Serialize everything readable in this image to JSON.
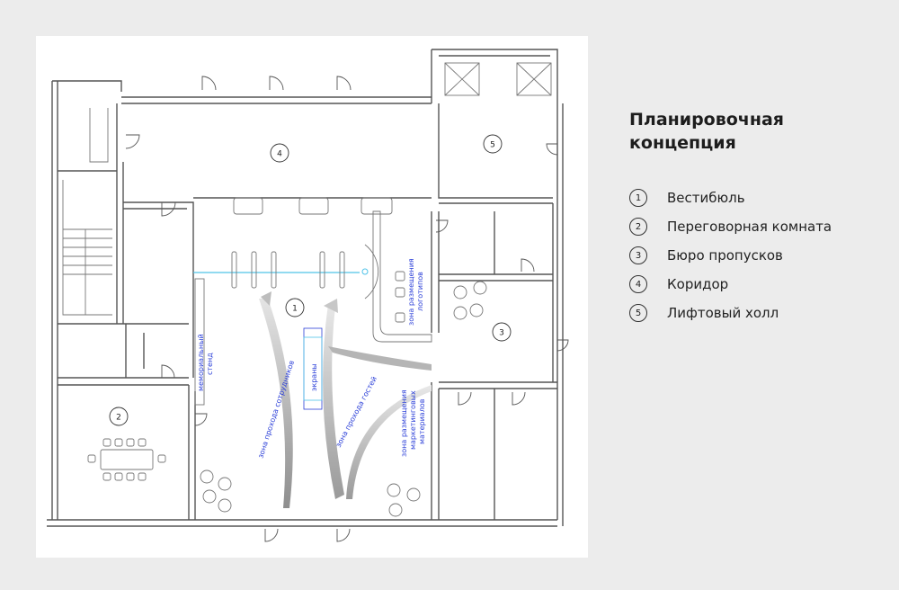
{
  "title_lines": [
    "Планировочная",
    "концепция"
  ],
  "legend": [
    {
      "num": "1",
      "label": "Вестибюль"
    },
    {
      "num": "2",
      "label": "Переговорная комната"
    },
    {
      "num": "3",
      "label": "Бюро пропусков"
    },
    {
      "num": "4",
      "label": "Коридор"
    },
    {
      "num": "5",
      "label": "Лифтовый холл"
    }
  ],
  "plan": {
    "room_numbers": [
      "1",
      "2",
      "3",
      "4",
      "5"
    ],
    "zones": {
      "memorial_stand": [
        "мемориальный",
        "стенд"
      ],
      "screens": "экраны",
      "staff_path": "зона прохода сотрудников",
      "guest_path": "зона прохода гостей",
      "marketing_zone": [
        "зона размещения",
        "маркетинговых",
        "материалов"
      ],
      "logo_zone": [
        "зона размещения",
        "логотипов"
      ]
    },
    "colors": {
      "zone_text": "#2a3ed8",
      "turnstile_line": "#4fc3e8",
      "wall": "#555555"
    }
  }
}
